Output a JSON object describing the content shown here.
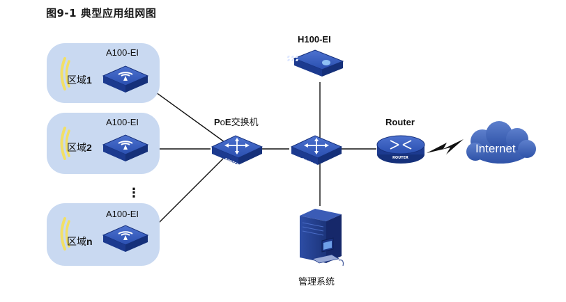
{
  "title": "图9-1  典型应用组网图",
  "zones": [
    {
      "device": "A100-EI",
      "zone_label": "区域",
      "zone_id": "1"
    },
    {
      "device": "A100-EI",
      "zone_label": "区域",
      "zone_id": "2"
    },
    {
      "device": "A100-EI",
      "zone_label": "区域",
      "zone_id": "n"
    }
  ],
  "ellipsis": "⋮",
  "poe_switch": {
    "label_prefix": "P",
    "label_o": "o",
    "label_e": "E",
    "label_cn": "交换机",
    "badge": "SWITCH"
  },
  "core_switch": {
    "badge": "SWITCH"
  },
  "controller": {
    "label": "H100-EI"
  },
  "management": {
    "label": "管理系统"
  },
  "router": {
    "label": "Router",
    "badge": "ROUTER"
  },
  "internet": {
    "label": "Internet"
  },
  "colors": {
    "device_blue": "#1f3f9e",
    "zone_fill": "#c9d9f1",
    "cloud_fill": "#3f63b8",
    "wifi_yellow": "#f2e066"
  }
}
